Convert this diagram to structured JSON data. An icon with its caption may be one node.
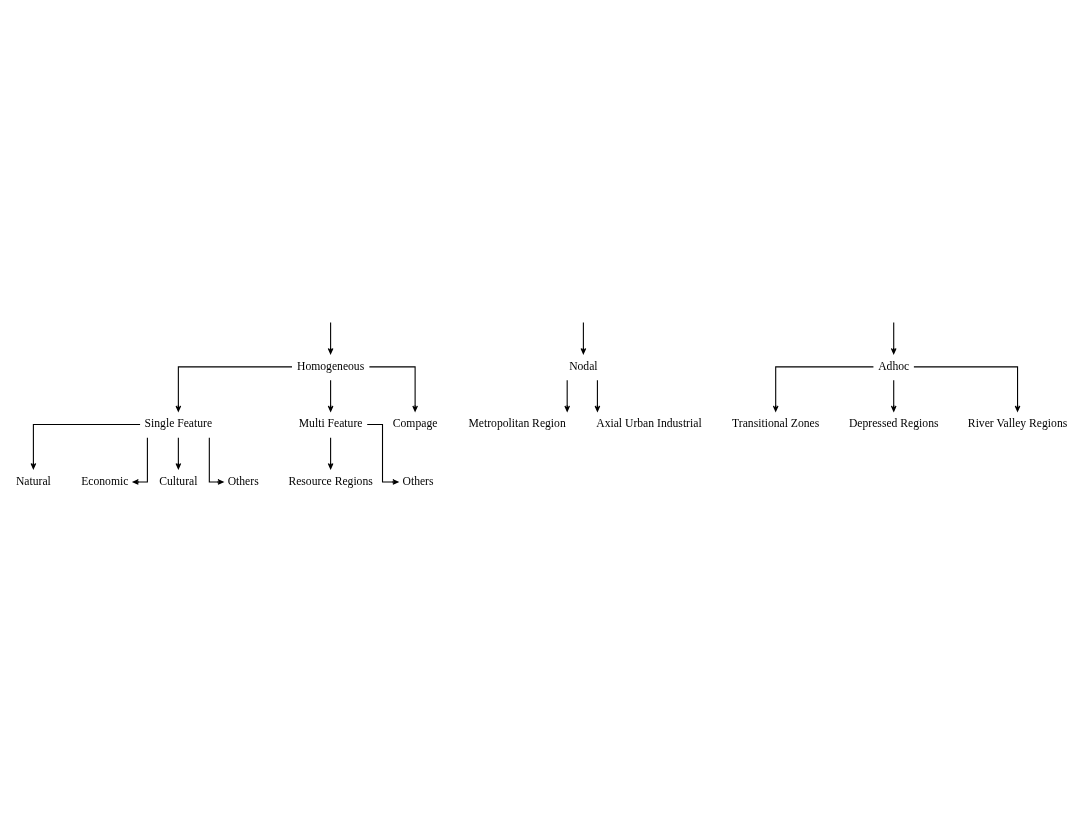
{
  "diagram": {
    "nodes": [
      {
        "text": [
          "Homogeneous"
        ]
      },
      {
        "text": [
          "Nodal"
        ]
      },
      {
        "text": [
          "Adhoc"
        ]
      },
      {
        "text": [
          "Metropolitan Region"
        ]
      },
      {
        "text": [
          "Axial Urban Industrial"
        ]
      },
      {
        "text": [
          "Single Feature"
        ]
      },
      {
        "text": [
          "Multi Feature"
        ]
      },
      {
        "text": [
          "Compage"
        ]
      },
      {
        "text": [
          "Natural"
        ]
      },
      {
        "text": [
          "Economic"
        ]
      },
      {
        "text": [
          "Cultural"
        ]
      },
      {
        "text": [
          "Others"
        ]
      },
      {
        "text": [
          "Resource Regions"
        ]
      },
      {
        "text": [
          "Others"
        ]
      },
      {
        "text": [
          "Transitional Zones"
        ]
      },
      {
        "text": [
          "Depressed Regions"
        ]
      },
      {
        "text": [
          "River Valley Regions"
        ]
      }
    ],
    "edges": [
      {
        "from": null,
        "to": 0,
        "arrow": "to"
      },
      {
        "from": null,
        "to": 1,
        "arrow": "to"
      },
      {
        "from": null,
        "to": 2,
        "arrow": "to"
      },
      {
        "from": 1,
        "to": 3,
        "arrow": "to"
      },
      {
        "from": 1,
        "to": 4,
        "arrow": "to"
      },
      {
        "from": 0,
        "to": 5,
        "arrow": "to"
      },
      {
        "from": 0,
        "to": 6,
        "arrow": "to"
      },
      {
        "from": 0,
        "to": 7,
        "arrow": "to"
      },
      {
        "from": 5,
        "to": 8,
        "arrow": "to"
      },
      {
        "from": 5,
        "to": 9,
        "arrow": "to"
      },
      {
        "from": 5,
        "to": 10,
        "arrow": "to"
      },
      {
        "from": 5,
        "to": 11,
        "arrow": "to"
      },
      {
        "from": 6,
        "to": 12,
        "arrow": "to"
      },
      {
        "from": 6,
        "to": 13,
        "arrow": "to"
      },
      {
        "from": 2,
        "to": 14,
        "arrow": "to"
      },
      {
        "from": 2,
        "to": 15,
        "arrow": "to"
      },
      {
        "from": 2,
        "to": 16,
        "arrow": "to"
      }
    ]
  }
}
